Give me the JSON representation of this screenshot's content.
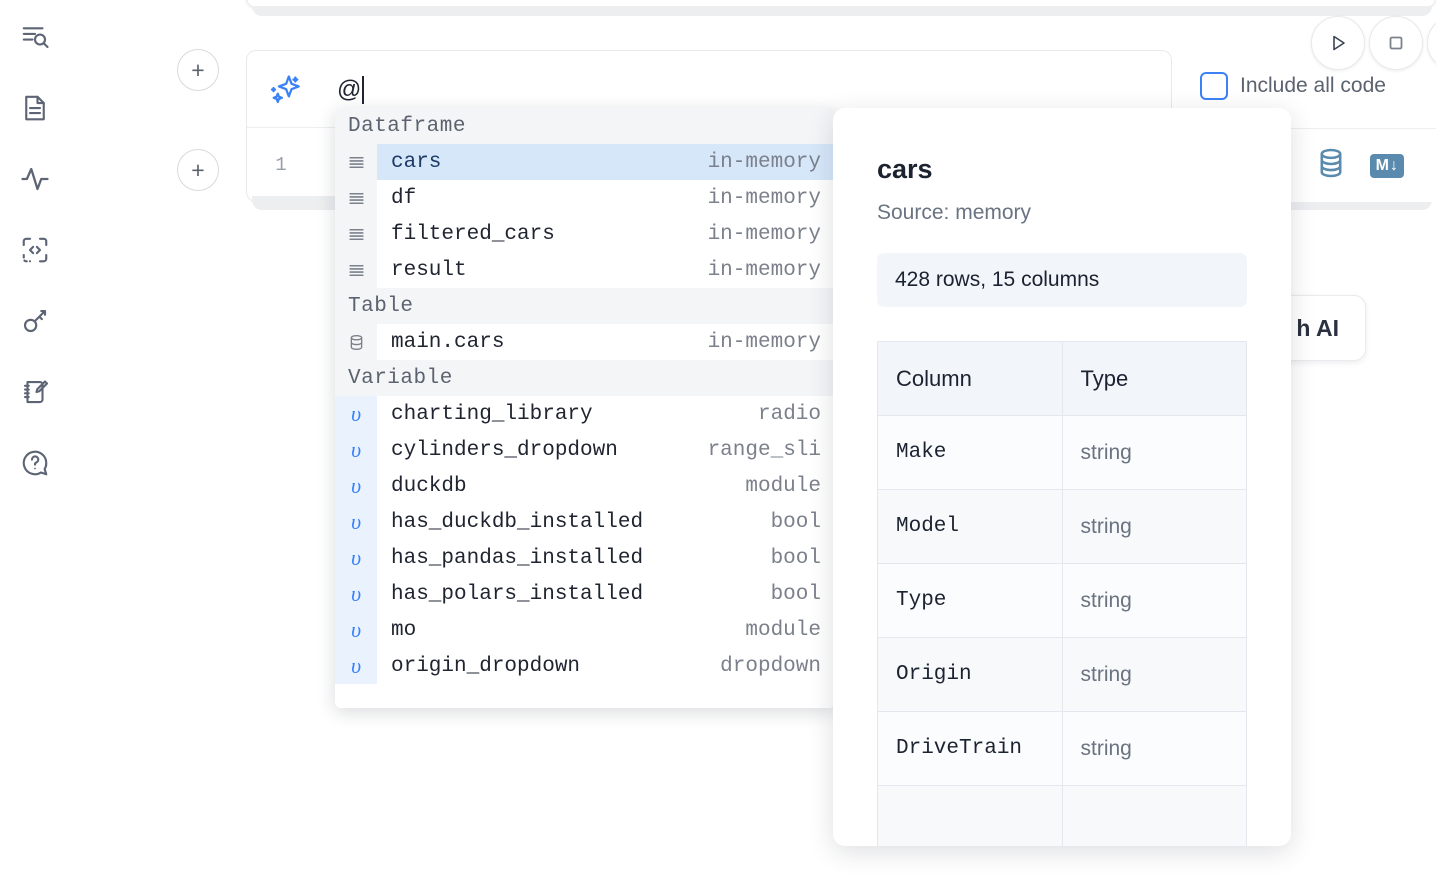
{
  "sidebar": {
    "items": [
      {
        "name": "outline-search-icon",
        "label": "Outline / Search"
      },
      {
        "name": "file-document-icon",
        "label": "Notebook file"
      },
      {
        "name": "activity-pulse-icon",
        "label": "Activity"
      },
      {
        "name": "code-snippets-icon",
        "label": "Snippets"
      },
      {
        "name": "key-secrets-icon",
        "label": "Secrets"
      },
      {
        "name": "scratchpad-edit-icon",
        "label": "Scratchpad"
      },
      {
        "name": "help-chat-icon",
        "label": "Help"
      }
    ]
  },
  "toolbar": {
    "add_label": "+",
    "run_label": "Run",
    "stop_label": "Stop",
    "include_all_code_label": "Include all code",
    "include_all_code_checked": false,
    "database_icon": "database-icon",
    "markdown_badge": "M",
    "markdown_arrow": "↓",
    "ai_button_label": "h AI"
  },
  "ai_cell": {
    "prompt_value": "@",
    "sparkle_icon": "sparkle-ai-icon"
  },
  "code_cell": {
    "line_number": "1"
  },
  "autocomplete": {
    "groups": [
      {
        "label": "Dataframe",
        "icon": "dataframe-icon",
        "rows": [
          {
            "name": "cars",
            "kind": "in-memory",
            "selected": true
          },
          {
            "name": "df",
            "kind": "in-memory",
            "selected": false
          },
          {
            "name": "filtered_cars",
            "kind": "in-memory",
            "selected": false
          },
          {
            "name": "result",
            "kind": "in-memory",
            "selected": false
          }
        ]
      },
      {
        "label": "Table",
        "icon": "table-database-icon",
        "rows": [
          {
            "name": "main.cars",
            "kind": "in-memory",
            "selected": false
          }
        ]
      },
      {
        "label": "Variable",
        "icon": "variable-icon",
        "rows": [
          {
            "name": "charting_library",
            "kind": "radio",
            "selected": false
          },
          {
            "name": "cylinders_dropdown",
            "kind": "range_sli",
            "selected": false
          },
          {
            "name": "duckdb",
            "kind": "module",
            "selected": false
          },
          {
            "name": "has_duckdb_installed",
            "kind": "bool",
            "selected": false
          },
          {
            "name": "has_pandas_installed",
            "kind": "bool",
            "selected": false
          },
          {
            "name": "has_polars_installed",
            "kind": "bool",
            "selected": false
          },
          {
            "name": "mo",
            "kind": "module",
            "selected": false
          },
          {
            "name": "origin_dropdown",
            "kind": "dropdown",
            "selected": false
          }
        ]
      }
    ],
    "variable_glyph": "υ"
  },
  "preview": {
    "title": "cars",
    "source": "Source: memory",
    "stats": "428 rows, 15 columns",
    "columns_header": "Column",
    "type_header": "Type",
    "rows": [
      {
        "column": "Make",
        "type": "string"
      },
      {
        "column": "Model",
        "type": "string"
      },
      {
        "column": "Type",
        "type": "string"
      },
      {
        "column": "Origin",
        "type": "string"
      },
      {
        "column": "DriveTrain",
        "type": "string"
      }
    ]
  },
  "colors": {
    "accent_blue": "#3b82f6",
    "selection_blue": "#d7e7fa",
    "panel_gray": "#f4f5f7",
    "text_dark": "#1f2430",
    "text_muted": "#7b818c",
    "icon_slate": "#5a8aad"
  }
}
